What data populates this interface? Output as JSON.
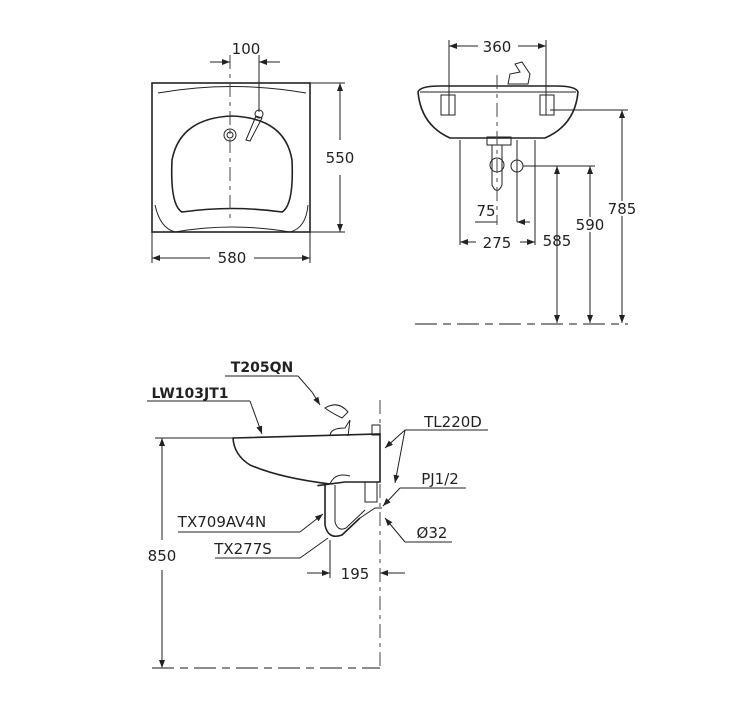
{
  "top_view": {
    "width_label": "580",
    "depth_label": "550",
    "offset_label": "100"
  },
  "front_view": {
    "bracket_spacing_label": "360",
    "supply_offset_label": "75",
    "mount_spacing_label": "275",
    "height_585_label": "585",
    "height_590_label": "590",
    "height_785_label": "785"
  },
  "side_view": {
    "height_label": "850",
    "trap_offset_label": "195",
    "parts": {
      "faucet": "T205QN",
      "basin": "LW103JT1",
      "bracket": "TL220D",
      "supply": "PJ1/2",
      "drain_diameter": "Ø32",
      "waste": "TX709AV4N",
      "trap": "TX277S"
    }
  }
}
